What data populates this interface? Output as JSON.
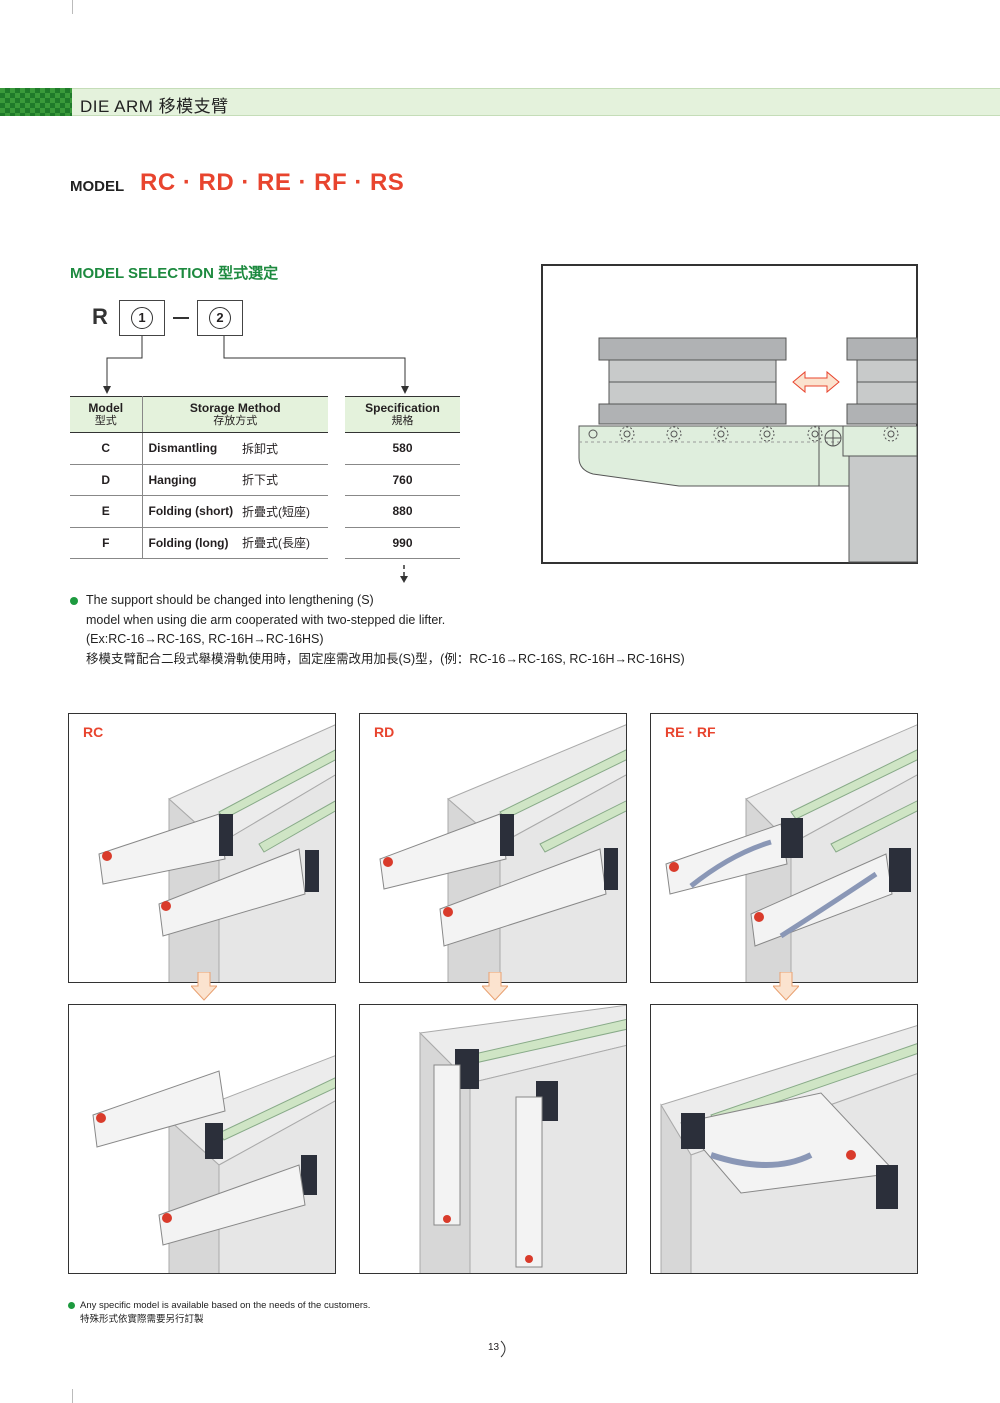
{
  "header": {
    "title": "DIE ARM 移模支臂"
  },
  "model": {
    "label": "MODEL",
    "value": "RC · RD · RE · RF · RS"
  },
  "selection": {
    "title": "MODEL SELECTION 型式選定",
    "prefix": "R",
    "box1": "1",
    "box2": "2"
  },
  "storage_table": {
    "headers": {
      "model_en": "Model",
      "model_zh": "型式",
      "storage_en": "Storage Method",
      "storage_zh": "存放方式"
    },
    "rows": [
      {
        "code": "C",
        "en": "Dismantling",
        "zh": "拆卸式"
      },
      {
        "code": "D",
        "en": "Hanging",
        "zh": "折下式"
      },
      {
        "code": "E",
        "en": "Folding (short)",
        "zh": "折疊式(短座)"
      },
      {
        "code": "F",
        "en": "Folding (long)",
        "zh": "折疊式(長座)"
      }
    ]
  },
  "spec_table": {
    "header_en": "Specification",
    "header_zh": "規格",
    "values": [
      "580",
      "760",
      "880",
      "990"
    ]
  },
  "note1": {
    "line1": "The support should be changed into lengthening (S)",
    "line2": "model when using die arm cooperated with two-stepped die lifter.",
    "line3": "(Ex:RC-16→RC-16S,    RC-16H→RC-16HS)",
    "line4": "移模支臂配合二段式舉模滑軌使用時，固定座需改用加長(S)型，(例：RC-16→RC-16S,   RC-16H→RC-16HS)"
  },
  "panels": {
    "rc": "RC",
    "rd": "RD",
    "rerf": "RE · RF"
  },
  "note2": {
    "line1": "Any specific model is available based on the needs of the customers.",
    "line2": "特殊形式依實際需要另行訂製"
  },
  "page_number": "13",
  "colors": {
    "accent_red": "#e8442e",
    "accent_green": "#1d8a3f",
    "band_green": "#e4f2dc"
  }
}
